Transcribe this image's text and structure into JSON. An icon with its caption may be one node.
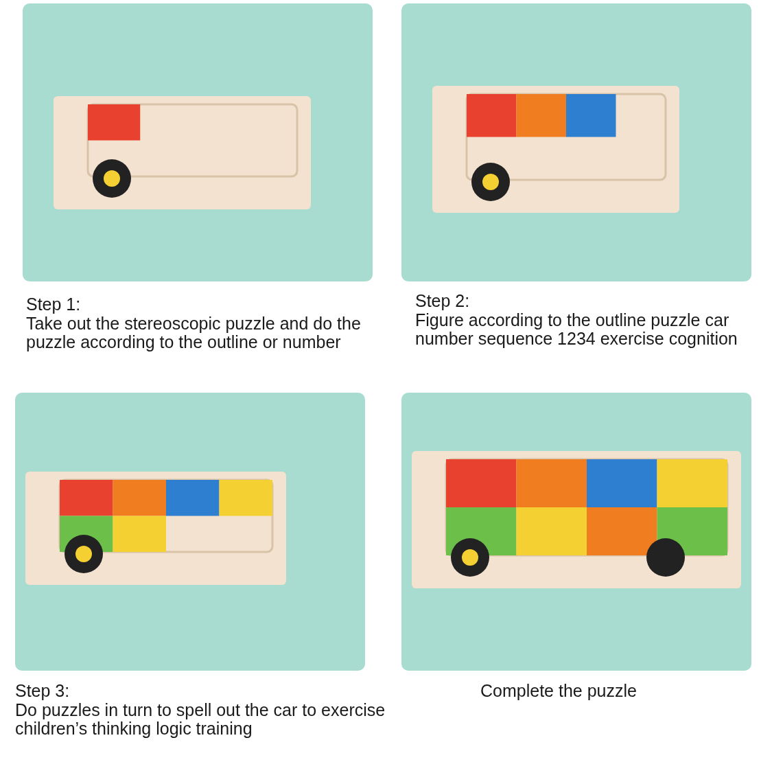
{
  "diagram": {
    "labels": [
      "Step 1:",
      "Take out the stereoscopic puzzle and do the puzzle according to the outline or number",
      "Step 2:",
      "Figure according to the outline puzzle car number sequence 1234 exercise cognition",
      "Step 3:",
      "Do puzzles in turn to spell out the car to exercise children’s thinking logic training",
      "Complete the puzzle"
    ]
  }
}
